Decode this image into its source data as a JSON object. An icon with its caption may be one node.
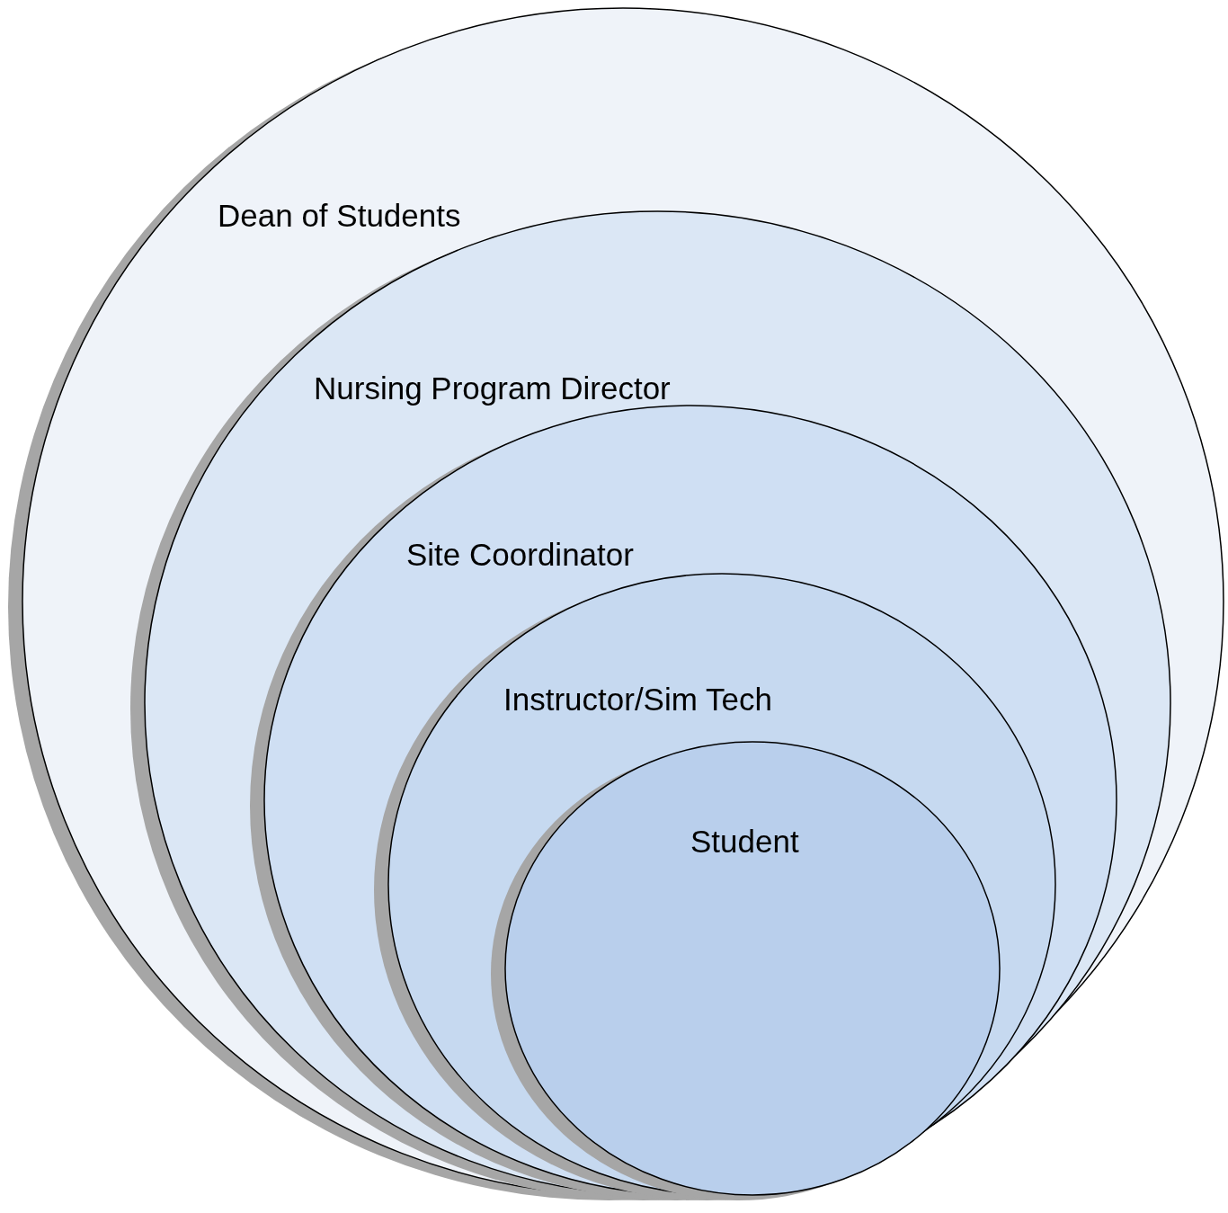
{
  "diagram": {
    "nodes": [
      {
        "text": [
          "Dean of Students"
        ]
      },
      {
        "text": [
          "Nursing Program Director"
        ],
        "in": 0
      },
      {
        "text": [
          "Site Coordinator"
        ],
        "in": 1
      },
      {
        "text": [
          "Instructor/Sim Tech"
        ],
        "in": 2
      },
      {
        "text": [
          "Student"
        ],
        "in": 3
      }
    ]
  }
}
